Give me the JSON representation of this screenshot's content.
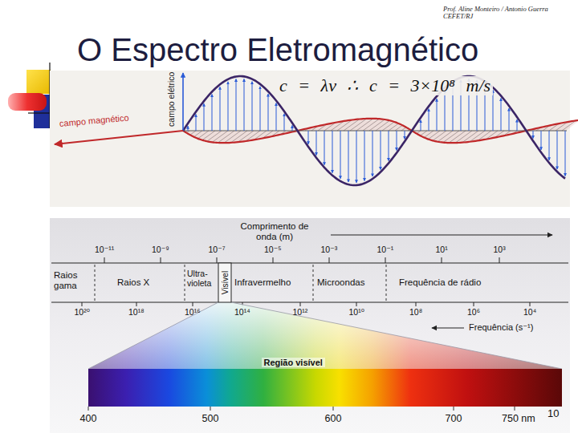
{
  "diagram": {
    "title": "O Espectro Eletromagnético",
    "labels": [
      "Prof. Aline Monteiro / Antonio Guerra CEFET/RJ",
      "c = λν ∴ c = 3×10⁸ m/s",
      "campo elétrico",
      "campo magnético",
      "Comprimento de onda (m)",
      "10⁻¹¹",
      "10⁻⁹",
      "10⁻⁷",
      "10⁻⁵",
      "10⁻³",
      "10⁻¹",
      "10¹",
      "10³",
      "Raios gama",
      "Raios X",
      "Ultra- violeta",
      "Visível",
      "Infravermelho",
      "Microondas",
      "Frequência de rádio",
      "10²⁰",
      "10¹⁸",
      "10¹⁶",
      "10¹⁴",
      "10¹²",
      "10¹⁰",
      "10⁸",
      "10⁶",
      "10⁴",
      "Frequência (s⁻¹)",
      "Região visível",
      "400",
      "500",
      "600",
      "700",
      "750 nm",
      "10"
    ]
  }
}
